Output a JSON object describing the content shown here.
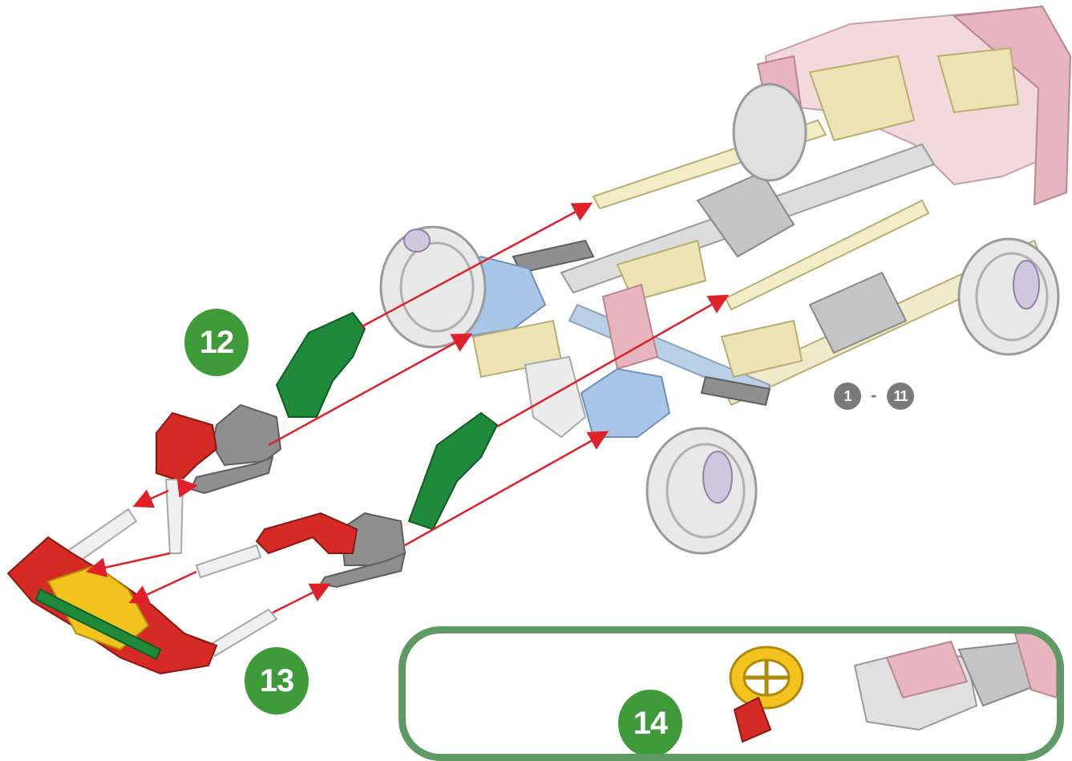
{
  "steps": {
    "step12": "12",
    "step13": "13",
    "step14": "14",
    "range_from": "1",
    "range_sep": "-",
    "range_to": "11"
  },
  "colors": {
    "step_badge": "#3f9a3a",
    "range_badge": "#7a7a7a",
    "arrow": "#e0202a",
    "inset_border": "#5e9a62",
    "part_red": "#d52b24",
    "part_green": "#1f8a3a",
    "part_gray": "#8f8f8f",
    "part_blue": "#a9c6e8",
    "part_yellow": "#f2c21f",
    "part_cream": "#ece4b4",
    "part_pink": "#e6b5bd"
  },
  "icons": [
    "assembly-arrow-icon",
    "wheel-icon",
    "steering-wheel-icon"
  ]
}
